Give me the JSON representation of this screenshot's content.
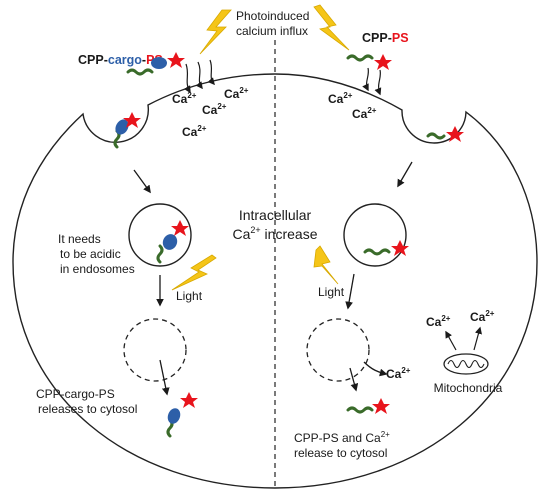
{
  "colors": {
    "accent_red": "#e8141c",
    "cargo_blue": "#2d5fa8",
    "peptide_green": "#3a6b2a",
    "lightning_yellow": "#f5c518",
    "lightning_edge": "#d8a900"
  },
  "left": {
    "title_cpp": "CPP-",
    "title_cargo": "cargo",
    "title_dash": "-",
    "title_ps": "PS",
    "endosome_note_1": "It needs",
    "endosome_note_2": "to be acidic",
    "endosome_note_3": "in endosomes",
    "light": "Light",
    "release_1": "CPP-cargo-PS",
    "release_2": "releases to cytosol"
  },
  "right": {
    "title_cpp": "CPP-",
    "title_ps": "PS",
    "light": "Light",
    "release_1_pre": "CPP-PS and Ca",
    "release_1_sup": "2+",
    "release_2": "release to cytosol",
    "mitochondria": "Mitochondria"
  },
  "top": {
    "influx_1": "Photoinduced",
    "influx_2": "calcium influx"
  },
  "center": {
    "line1": "Intracellular",
    "line2_pre": "Ca",
    "line2_sup": "2+",
    "line2_post": " increase"
  },
  "ion": {
    "base": "Ca",
    "charge": "2+"
  }
}
